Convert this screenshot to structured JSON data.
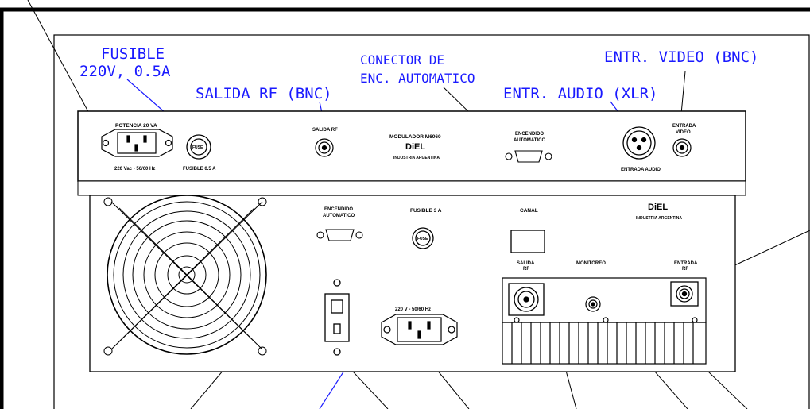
{
  "callouts": {
    "fusible_1": "FUSIBLE",
    "fusible_2": "220V, 0.5A",
    "salida_rf": "SALIDA RF (BNC)",
    "conector_1": "CONECTOR DE",
    "conector_2": "ENC. AUTOMATICO",
    "entr_audio": "ENTR. AUDIO (XLR)",
    "entr_video": "ENTR. VIDEO (BNC)"
  },
  "upper_panel": {
    "potencia": "POTENCIA 20 VA",
    "voltaje": "220 Vac - 50/60 Hz",
    "fuse_icon_text": "FUSE",
    "fusible": "FUSIBLE 0.5 A",
    "salida_rf": "SALIDA RF",
    "modulador": "MODULADOR M6060",
    "brand": "DiEL",
    "industria": "INDUSTRIA ARGENTINA",
    "encendido_1": "ENCENDIDO",
    "encendido_2": "AUTOMATICO",
    "entrada_audio": "ENTRADA AUDIO",
    "entrada_video_1": "ENTRADA",
    "entrada_video_2": "VIDEO"
  },
  "lower_panel": {
    "encendido_1": "ENCENDIDO",
    "encendido_2": "AUTOMATICO",
    "fusible": "FUSIBLE 3 A",
    "fuse_icon_text": "FUSE",
    "canal": "CANAL",
    "brand": "DiEL",
    "industria": "INDUSTRIA ARGENTINA",
    "salida_rf_1": "SALIDA",
    "salida_rf_2": "RF",
    "monitoreo": "MONITOREO",
    "entrada_rf_1": "ENTRADA",
    "entrada_rf_2": "RF",
    "voltaje": "220 V - 50/60 Hz"
  }
}
